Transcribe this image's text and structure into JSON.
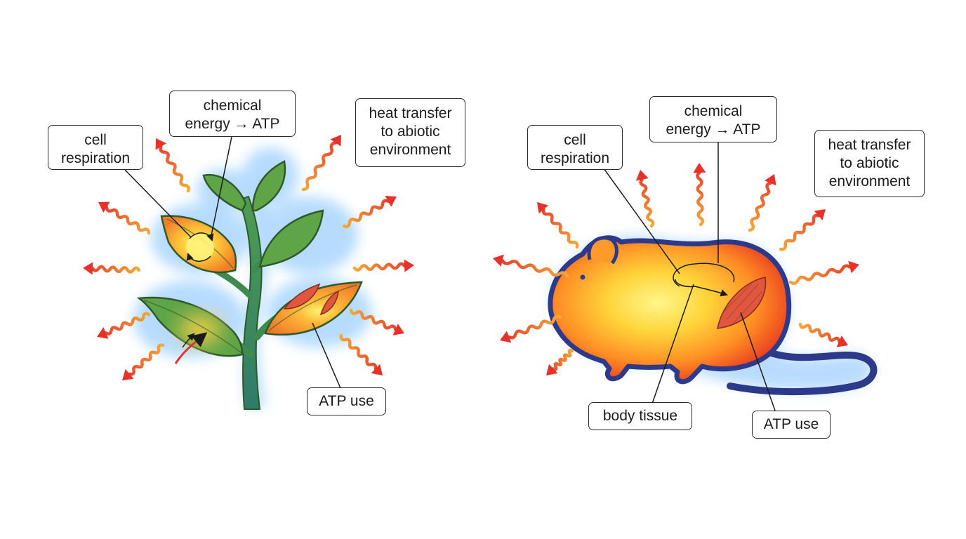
{
  "colors": {
    "outline_plant": "#2e5a2a",
    "leaf": "#5fa447",
    "stem": "#3f8a4e",
    "glow": "#a9d3ff",
    "heat_core": "#fff27a",
    "heat_mid": "#ffae2b",
    "heat_outer": "#f04a1d",
    "mouse_outline": "#2d3a8c",
    "muscle": "#e0573f",
    "arrow_red": "#e6322a",
    "arrow_orange": "#f3a93a"
  },
  "plant": {
    "labels": {
      "cell_respiration": "cell\nrespiration",
      "chemical_energy": "chemical\nenergy → ATP",
      "heat_transfer": "heat transfer\nto abiotic\nenvironment",
      "atp_use": "ATP use"
    }
  },
  "mouse": {
    "labels": {
      "cell_respiration": "cell\nrespiration",
      "chemical_energy": "chemical\nenergy → ATP",
      "heat_transfer": "heat transfer\nto abiotic\nenvironment",
      "body_tissue": "body tissue",
      "atp_use": "ATP use"
    }
  }
}
